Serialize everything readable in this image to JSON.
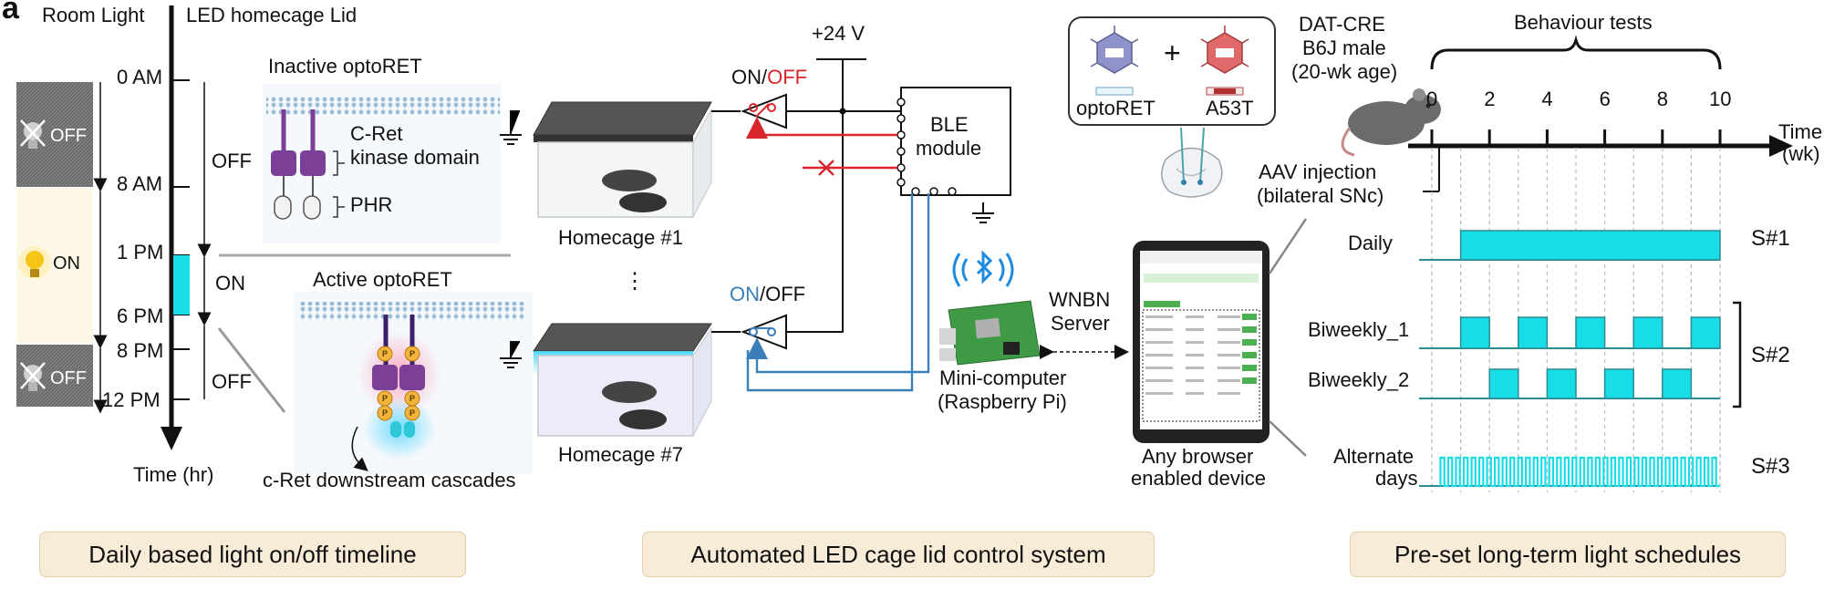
{
  "panel_letter": "a",
  "timeline": {
    "room_light_label": "Room Light",
    "lid_label": "LED homecage Lid",
    "times": [
      "0 AM",
      "8 AM",
      "1 PM",
      "6 PM",
      "8 PM",
      "12 PM"
    ],
    "axis_label": "Time (hr)",
    "room_states": [
      "OFF",
      "ON",
      "OFF"
    ],
    "lid_states": [
      "OFF",
      "ON",
      "OFF"
    ]
  },
  "optoret": {
    "inactive_title": "Inactive optoRET",
    "kinase_label_1": "C-Ret",
    "kinase_label_2": "kinase domain",
    "phr_label": "PHR",
    "active_title": "Active optoRET",
    "phospho": "P",
    "cascade_label": "c-Ret downstream cascades"
  },
  "control": {
    "voltage": "+24 V",
    "switch1_on": "ON",
    "switch1_slash": "/",
    "switch1_off": "OFF",
    "switch2_on": "ON",
    "switch2_slash": "/",
    "switch2_off": "OFF",
    "ble_line1": "BLE",
    "ble_line2": "module",
    "homecage1": "Homecage #1",
    "ellipsis": "⋮",
    "homecage7": "Homecage #7",
    "wnbn_line1": "WNBN",
    "wnbn_line2": "Server",
    "mini_line1": "Mini-computer",
    "mini_line2": "(Raspberry Pi)",
    "device_line1": "Any browser",
    "device_line2": "enabled device"
  },
  "virus": {
    "virus1_label": "optoRET",
    "plus": "+",
    "virus2_label": "A53T",
    "mouse_line1": "DAT-CRE",
    "mouse_line2": "B6J male",
    "mouse_line3": "(20-wk age)",
    "injection_line1": "AAV injection",
    "injection_line2": "(bilateral SNc)"
  },
  "schedule": {
    "title": "Behaviour tests",
    "ticks": [
      "0",
      "2",
      "4",
      "6",
      "8",
      "10"
    ],
    "axis_label_1": "Time",
    "axis_label_2": "(wk)",
    "rows": [
      {
        "label": "Daily",
        "label2": ""
      },
      {
        "label": "Biweekly_1",
        "label2": ""
      },
      {
        "label": "Biweekly_2",
        "label2": ""
      },
      {
        "label": "Alternate",
        "label2": "days"
      }
    ],
    "groups": [
      "S#1",
      "S#2",
      "S#3"
    ]
  },
  "captions": [
    "Daily based light on/off timeline",
    "Automated LED cage lid control system",
    "Pre-set long-term light schedules"
  ],
  "colors": {
    "cyan": "#19dde6",
    "red": "#d9262c",
    "blue": "#3a7fb8",
    "purple": "#7b3f98",
    "caption_bg": "#f8ecd8"
  }
}
